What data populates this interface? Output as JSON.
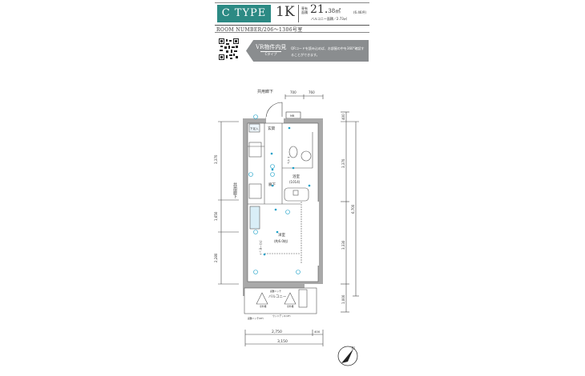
{
  "header": {
    "type_label": "C TYPE",
    "layout": "1K",
    "area_label": "専有面積",
    "area_value": "21.",
    "area_decimal": "38㎡",
    "area_tsubo": "(6.46坪)",
    "balcony": "バルコニー面積／2.73㎡",
    "room_number": "ROOM NUMBER/206～1306号室"
  },
  "vr": {
    "title": "VR物件内見",
    "subtitle": "Cタイプ",
    "description": "QRコードを読み込めば、お部屋の中を360°確認することができます。"
  },
  "plan": {
    "corridor_top": "共用廊下",
    "corridor_left": "共用廊下",
    "dims_top": [
      "700",
      "760"
    ],
    "dims_left": [
      "3,370",
      "1,650",
      "2,280"
    ],
    "dims_right": [
      "400",
      "3,370",
      "3,330",
      "1,000"
    ],
    "dim_right_total": "6,700",
    "dims_bottom": [
      "2,750",
      "400"
    ],
    "dim_bottom_total": "3,150",
    "mb": "MB",
    "entrance": "玄関",
    "shoe": "下足入",
    "toilet": "トイレ",
    "bath": "浴室",
    "bath_size": "(1014)",
    "hall": "廊下",
    "western": "洋室",
    "western_size": "(約6.0帖)",
    "closet": "クローゼット",
    "balcony": "バルコニー",
    "outdoor_unit": "室外機",
    "hatch": "避難ハッチ",
    "note_left": "避難ハッチ(DF)",
    "note_right": "ウッドデッキ(UF)"
  },
  "colors": {
    "accent": "#2c8a84",
    "wall": "#a9a9a9",
    "fixture": "#1aa0c8",
    "banner": "#8a8d8f"
  }
}
